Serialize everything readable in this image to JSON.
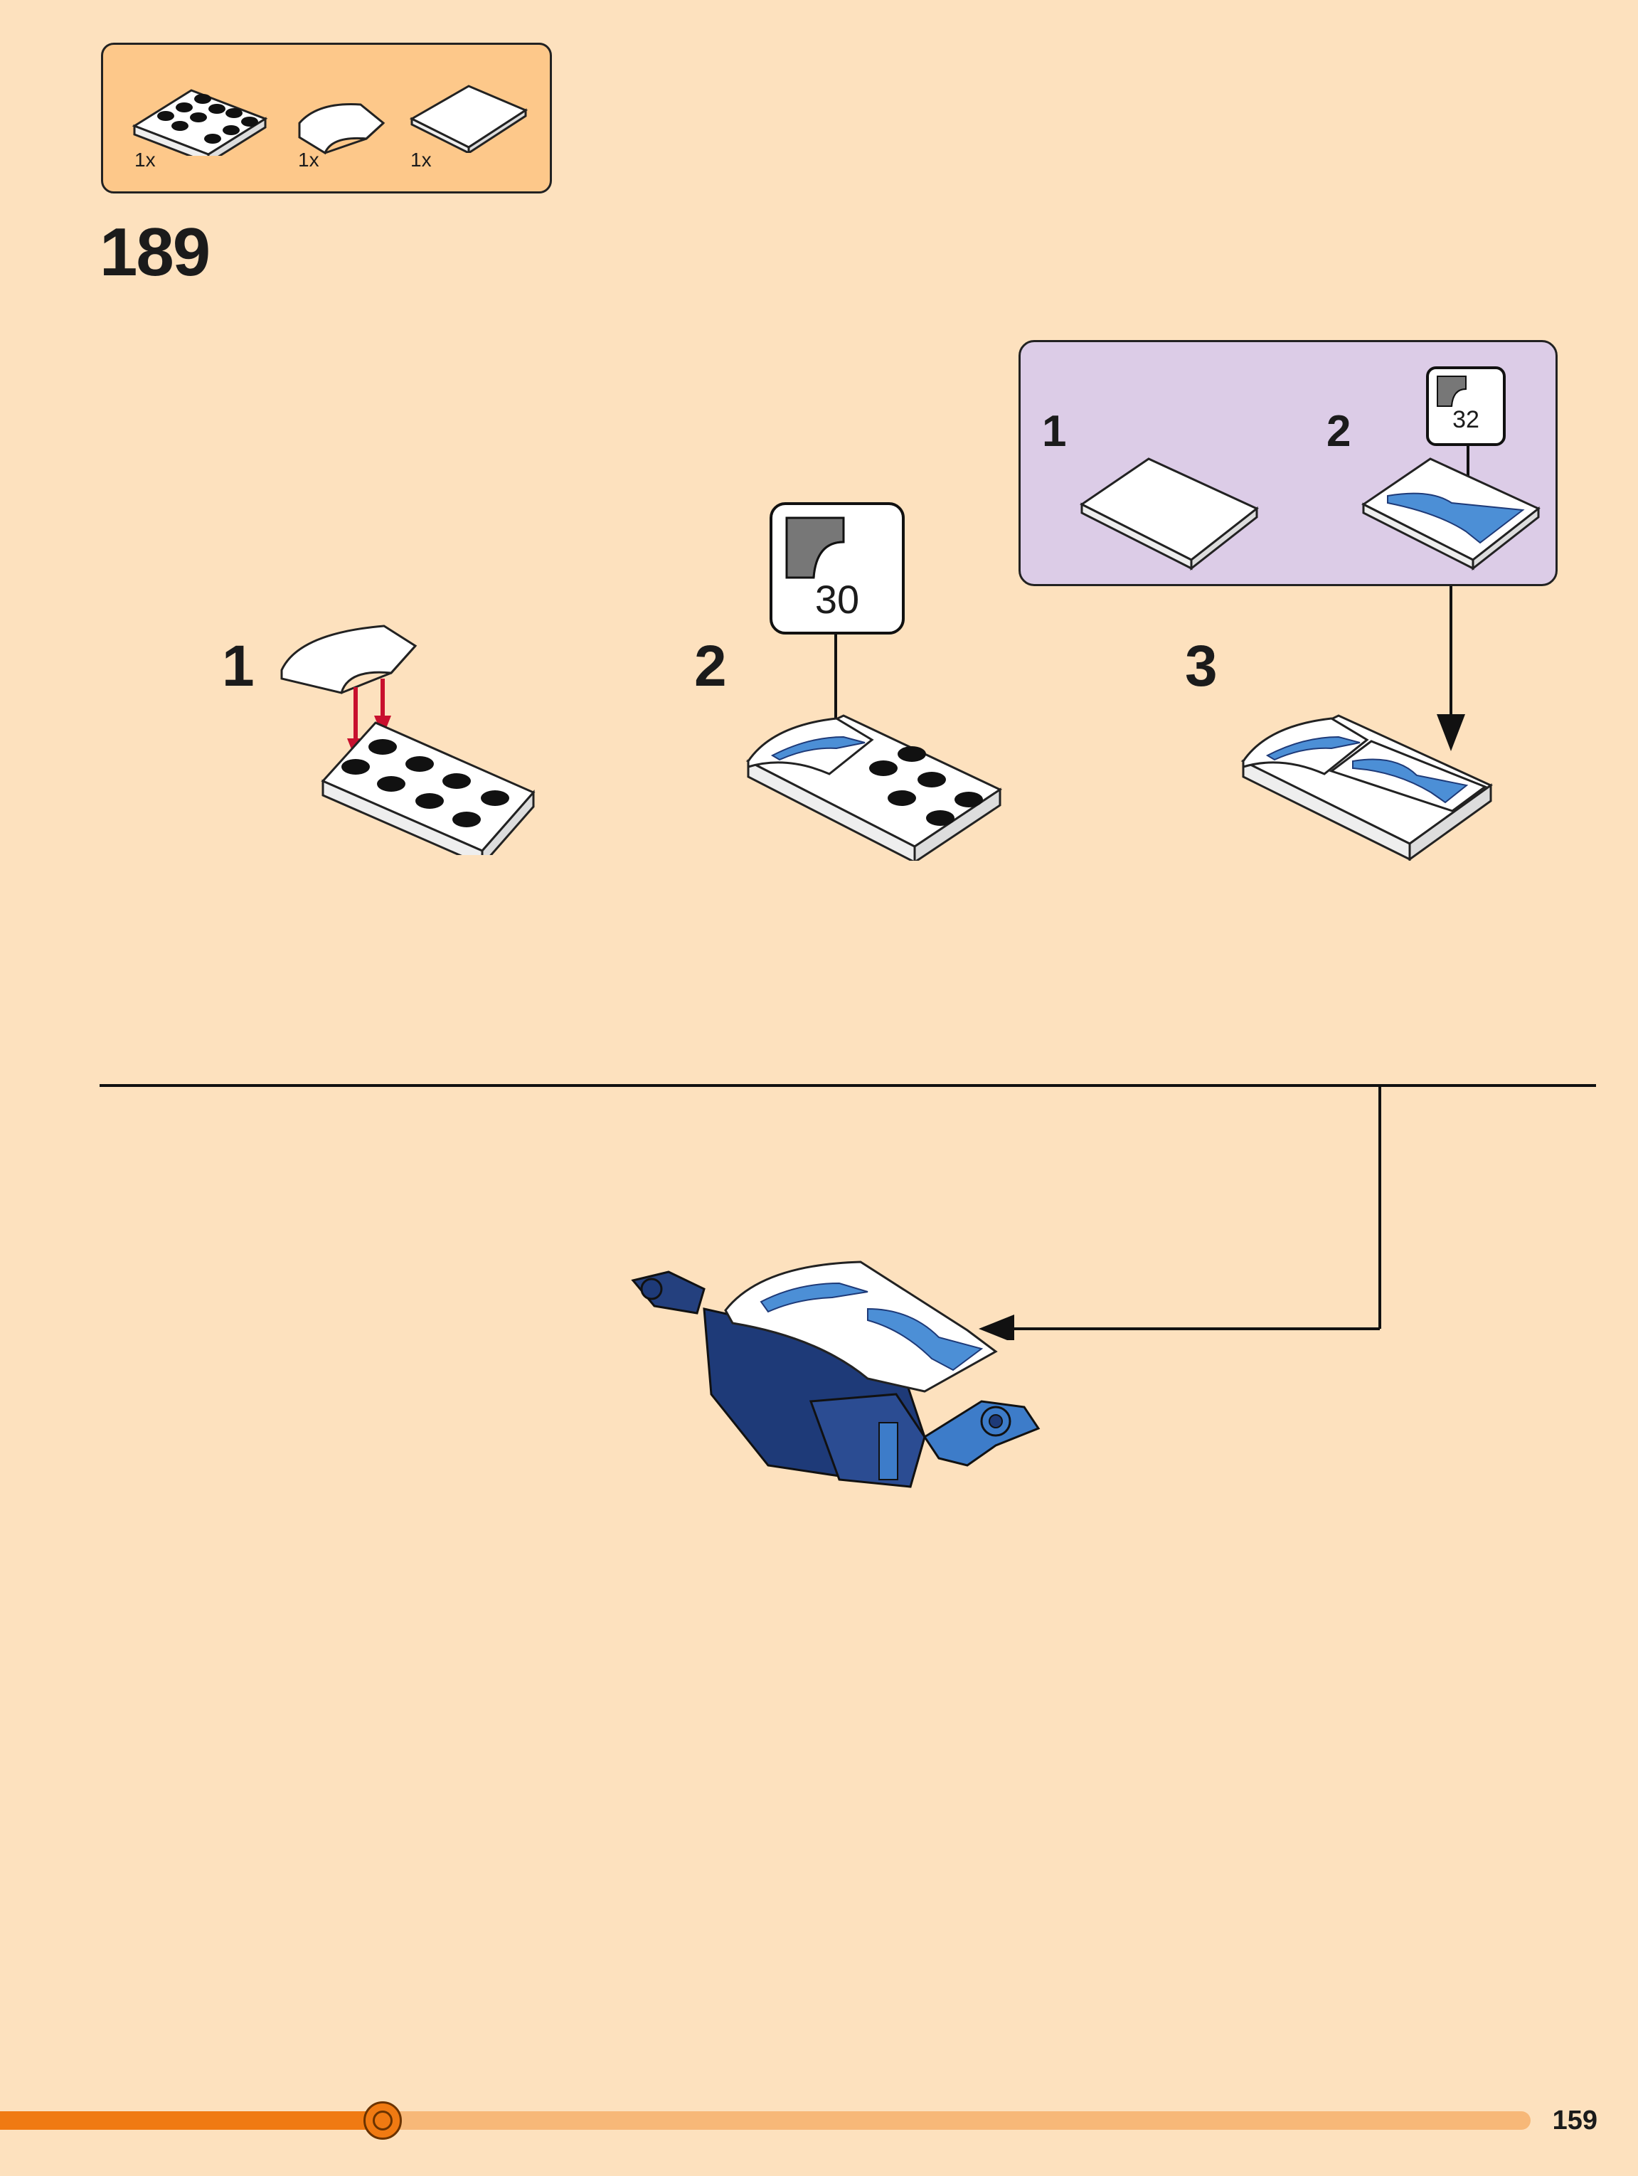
{
  "parts_list": {
    "items": [
      {
        "icon": "plate-2x4-icon",
        "qty": "1x"
      },
      {
        "icon": "curved-slope-icon",
        "qty": "1x"
      },
      {
        "icon": "tile-2x4-icon",
        "qty": "1x"
      }
    ]
  },
  "step": {
    "number": "189"
  },
  "substeps": [
    {
      "number": "1",
      "icon": "plate-with-slope-assembly-icon"
    },
    {
      "number": "2",
      "icon": "plate-with-stickered-slope-icon",
      "sticker": "30"
    },
    {
      "number": "3",
      "icon": "completed-sub-assembly-icon"
    }
  ],
  "callout": {
    "steps": [
      {
        "number": "1",
        "icon": "tile-icon"
      },
      {
        "number": "2",
        "icon": "stickered-tile-icon",
        "sticker": "32"
      }
    ]
  },
  "main_model": {
    "icon": "blue-vehicle-assembly-icon"
  },
  "progress": {
    "fraction": 0.25
  },
  "footer": {
    "page_number": "159"
  },
  "colors": {
    "background": "#FDE1BE",
    "parts_box": "#FDC88A",
    "callout_box": "#DCCCE7",
    "progress_fill": "#F07A12",
    "progress_track": "#F7B878",
    "arrow_red": "#C8102E",
    "model_blue": "#1E3A78"
  }
}
